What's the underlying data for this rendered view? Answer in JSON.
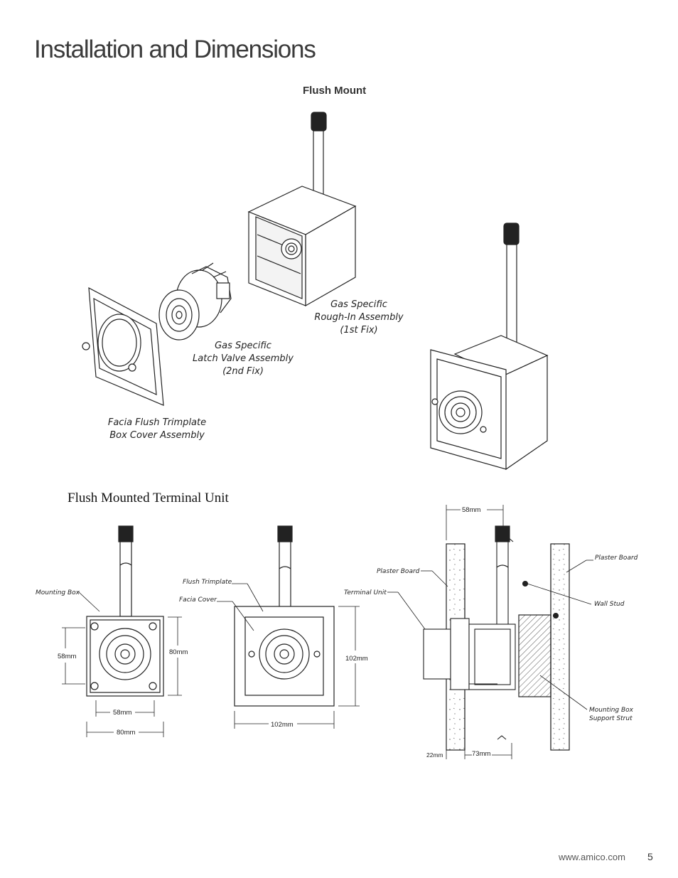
{
  "page": {
    "title": "Installation and Dimensions",
    "section_heading": "Flush Mount",
    "unit_heading": "Flush Mounted Terminal Unit",
    "footer_url": "www.amico.com",
    "page_number": "5"
  },
  "exploded_view": {
    "rough_in": [
      "Gas Specific",
      "Rough-In Assembly",
      "(1st Fix)"
    ],
    "latch_valve": [
      "Gas Specific",
      "Latch Valve Assembly",
      "(2nd Fix)"
    ],
    "facia": [
      "Facia Flush Trimplate",
      "Box Cover Assembly"
    ]
  },
  "front_view": {
    "mounting_box_label": "Mounting Box",
    "dim_inner_height": "58mm",
    "dim_outer_height": "80mm",
    "dim_inner_width": "58mm",
    "dim_outer_width": "80mm"
  },
  "trimplate_view": {
    "flush_trimplate_label": "Flush Trimplate",
    "facia_cover_label": "Facia Cover",
    "dim_height": "102mm",
    "dim_width": "102mm"
  },
  "section_view": {
    "dim_top": "58mm",
    "plaster_board_left": "Plaster Board",
    "terminal_unit": "Terminal Unit",
    "plaster_board_right": "Plaster Board",
    "wall_stud": "Wall Stud",
    "support_strut": [
      "Mounting Box",
      "Support Strut"
    ],
    "dim_bottom_left": "22mm",
    "dim_bottom_right": "73mm"
  }
}
